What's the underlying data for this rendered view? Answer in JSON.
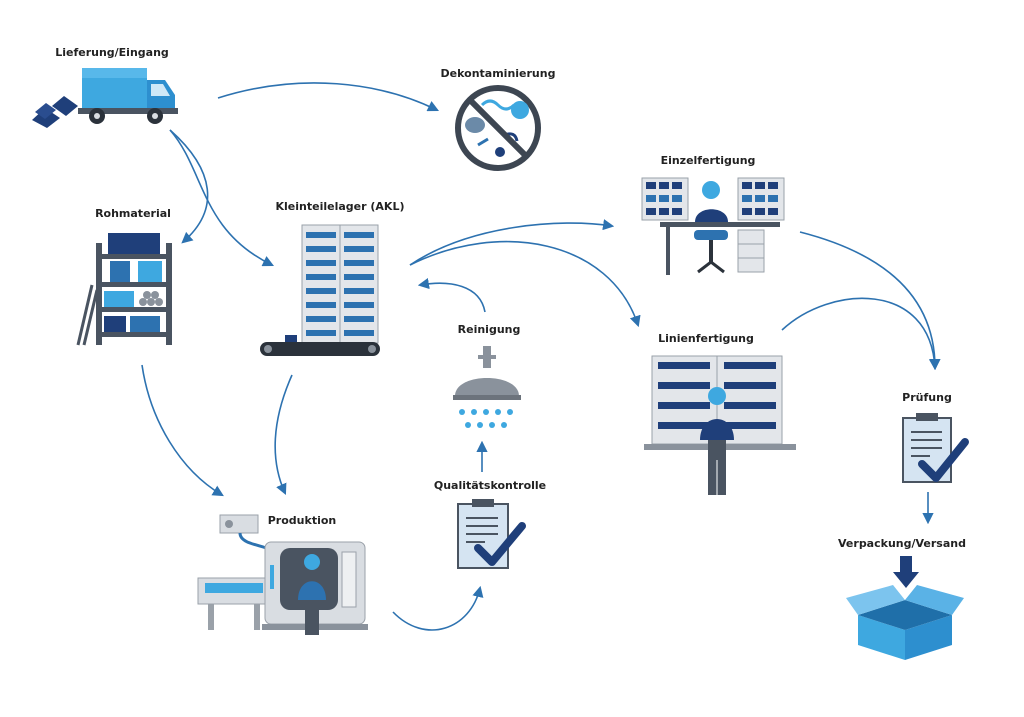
{
  "colors": {
    "arrow": "#2d72b0",
    "primary_blue": "#2d72b0",
    "light_blue": "#3ea8e0",
    "navy": "#1f3f7a",
    "dark_gray": "#4a5461",
    "mid_gray": "#8a929c",
    "light_gray": "#d9dde2"
  },
  "nodes": {
    "lieferung": {
      "label": "Lieferung/Eingang",
      "icon": "delivery-truck-icon"
    },
    "dekontaminierung": {
      "label": "Dekontaminierung",
      "icon": "no-germs-icon"
    },
    "einzelfertigung": {
      "label": "Einzelfertigung",
      "icon": "workstation-icon"
    },
    "rohmaterial": {
      "label": "Rohmaterial",
      "icon": "material-shelf-icon"
    },
    "kleinteilelager": {
      "label": "Kleinteilelager (AKL)",
      "icon": "small-parts-storage-icon"
    },
    "reinigung": {
      "label": "Reinigung",
      "icon": "cleaning-shower-icon"
    },
    "linienfertigung": {
      "label": "Linienfertigung",
      "icon": "production-line-icon"
    },
    "pruefung": {
      "label": "Prüfung",
      "icon": "checklist-icon"
    },
    "qualitaetskontrolle": {
      "label": "Qualitätskontrolle",
      "icon": "checklist-icon"
    },
    "produktion": {
      "label": "Produktion",
      "icon": "cnc-machine-icon"
    },
    "verpackung": {
      "label": "Verpackung/Versand",
      "icon": "shipping-box-icon"
    }
  }
}
